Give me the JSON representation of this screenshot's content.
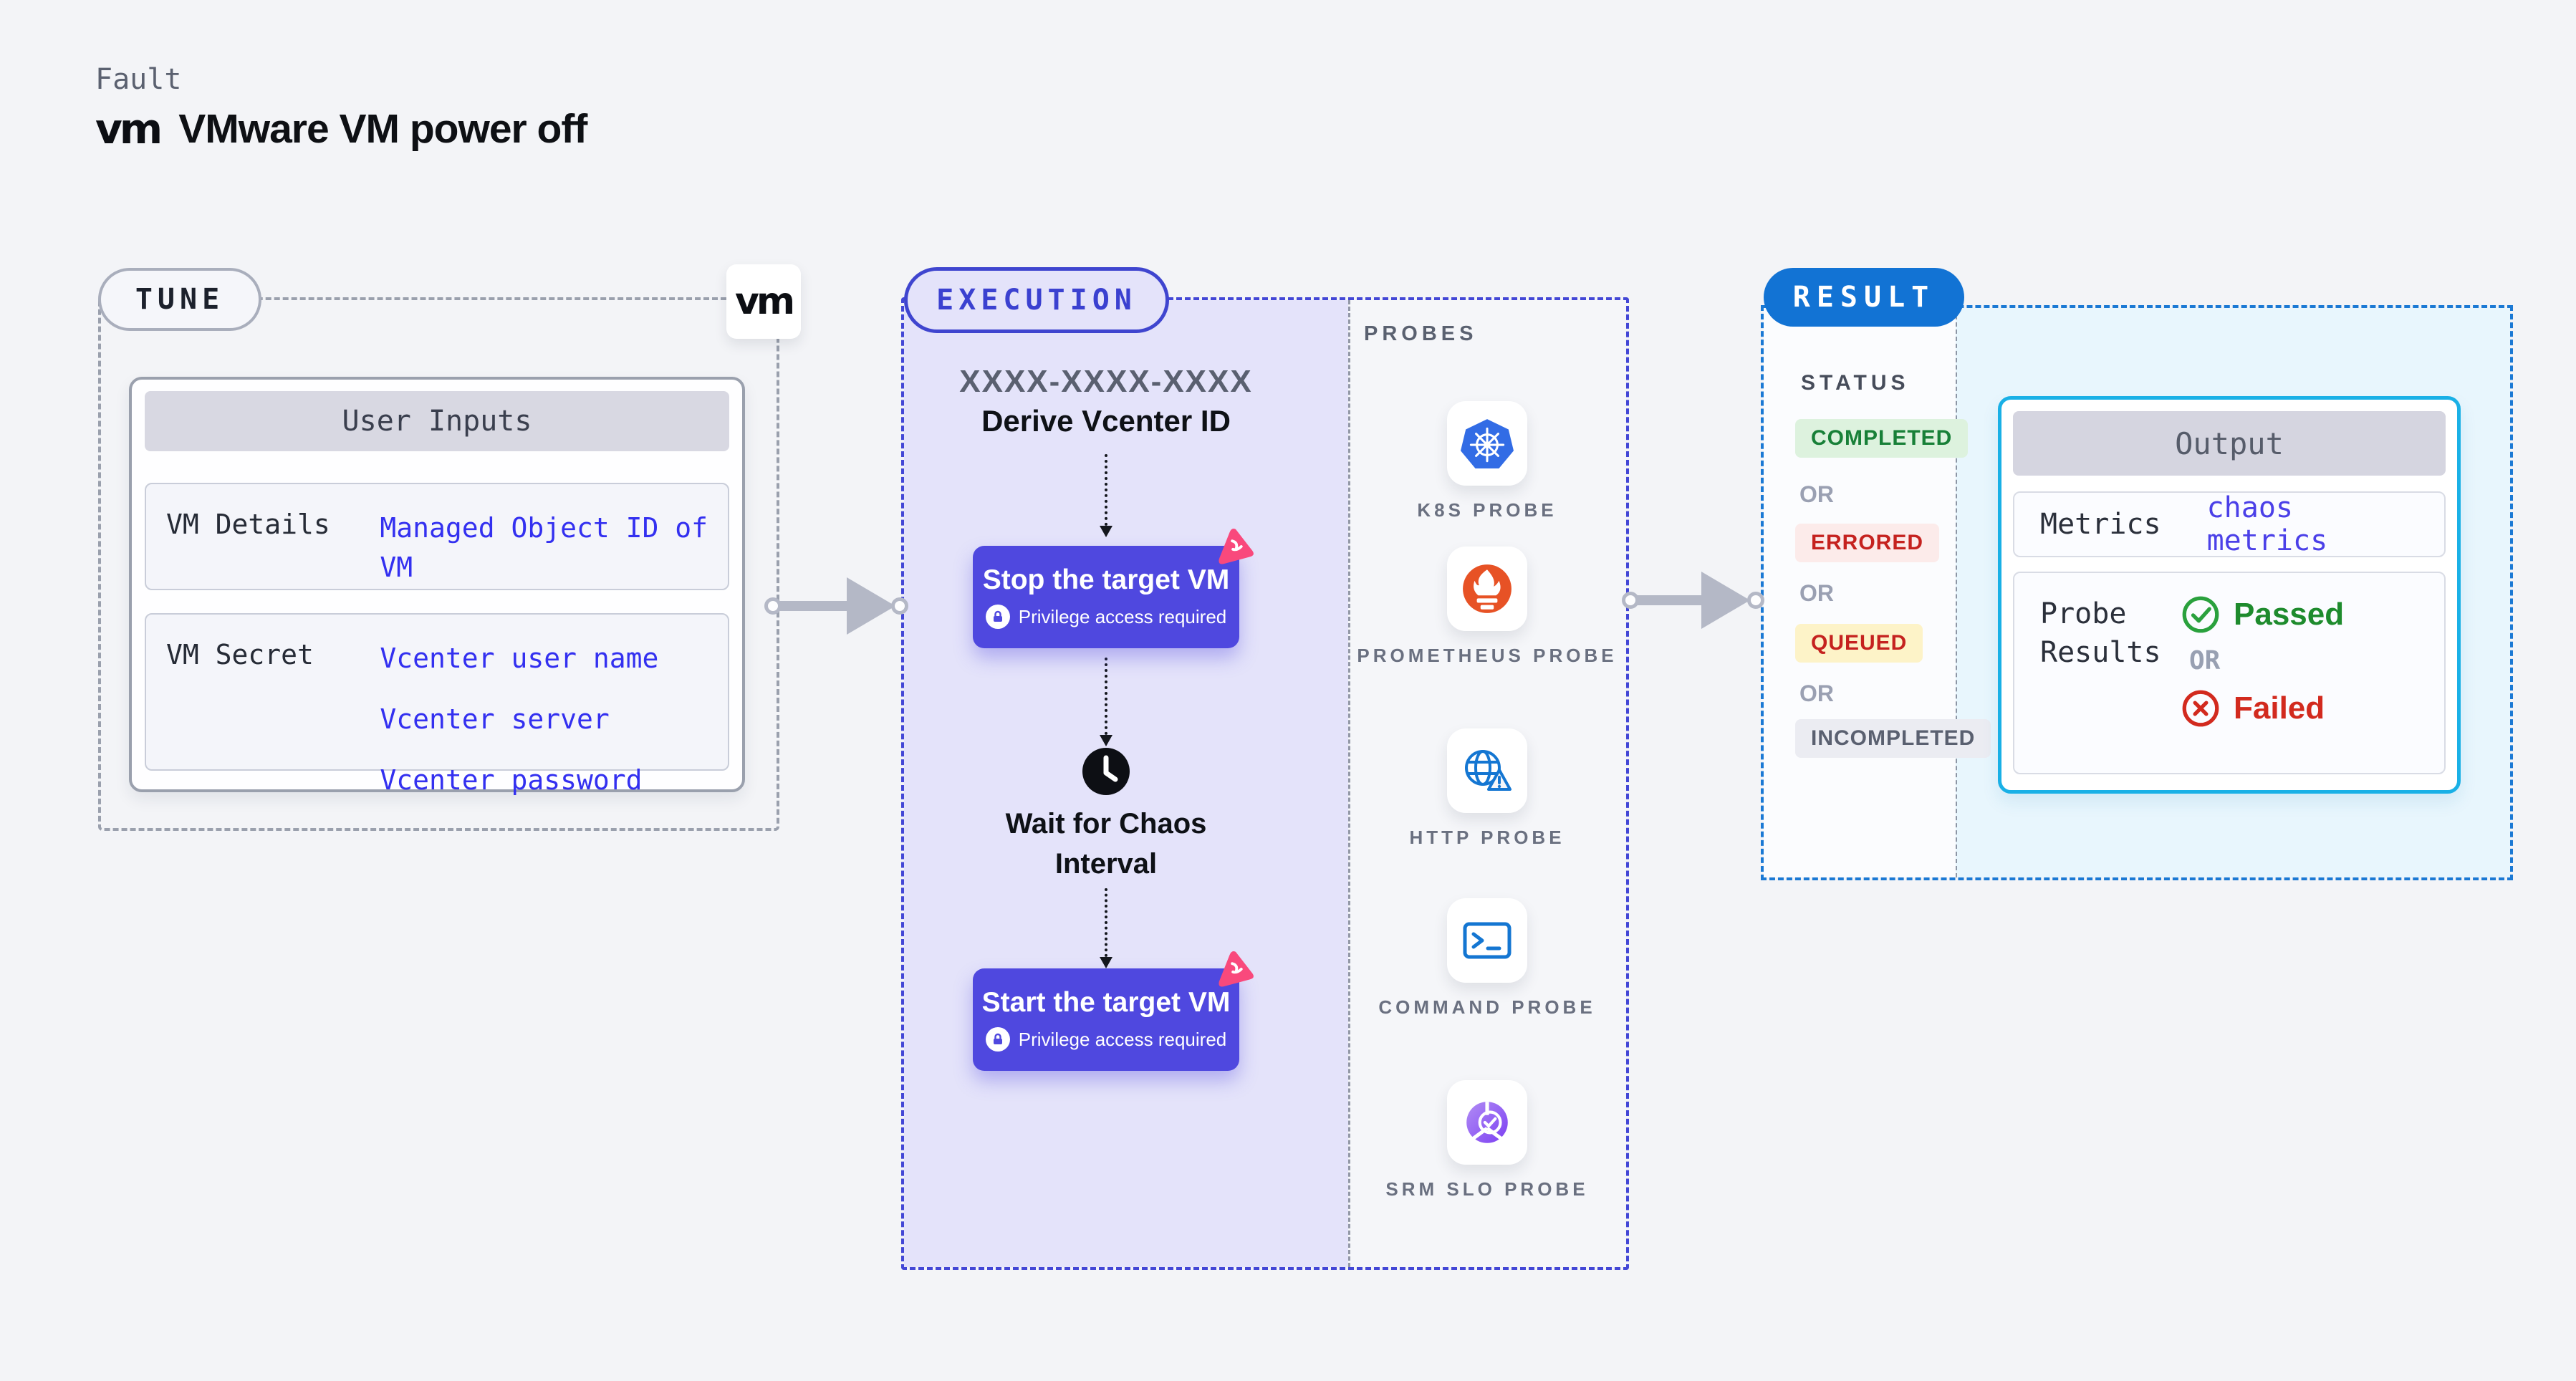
{
  "header": {
    "kicker": "Fault",
    "logo_text": "vm",
    "title": "VMware VM power off"
  },
  "tune": {
    "label": "TUNE",
    "vm_badge": "vm",
    "table": {
      "header": "User Inputs",
      "rows": [
        {
          "label": "VM Details",
          "value_lines": [
            "Managed Object ID of VM"
          ]
        },
        {
          "label": "VM Secret",
          "value_lines": [
            "Vcenter user name",
            "Vcenter server",
            "Vcenter password"
          ]
        }
      ]
    }
  },
  "execution": {
    "label": "EXECUTION",
    "derive_code": "XXXX-XXXX-XXXX",
    "derive_title": "Derive Vcenter ID",
    "stop_title": "Stop the target VM",
    "start_title": "Start the target VM",
    "privilege_note": "Privilege access required",
    "wait_title": "Wait for Chaos Interval",
    "lock_icon": "lock-icon",
    "chaos_icon": "litmus-chaos-icon",
    "button_color": "#4f48df"
  },
  "probes": {
    "label": "PROBES",
    "items": [
      {
        "name": "K8S PROBE",
        "icon": "kubernetes-icon",
        "color": "#326ce5"
      },
      {
        "name": "PROMETHEUS PROBE",
        "icon": "prometheus-icon",
        "color": "#e75225"
      },
      {
        "name": "HTTP PROBE",
        "icon": "http-globe-warning-icon",
        "color": "#1476d2"
      },
      {
        "name": "COMMAND PROBE",
        "icon": "terminal-icon",
        "color": "#1476d2"
      },
      {
        "name": "SRM SLO PROBE",
        "icon": "slo-donut-check-icon",
        "color": "#8b5cf6"
      }
    ]
  },
  "result": {
    "label": "RESULT",
    "status_heading": "STATUS",
    "or_label": "OR",
    "statuses": [
      {
        "text": "COMPLETED",
        "bg": "#ddf2de",
        "color": "#188038"
      },
      {
        "text": "ERRORED",
        "bg": "#fcebea",
        "color": "#c5221f"
      },
      {
        "text": "QUEUED",
        "bg": "#fdf3c8",
        "color": "#c5221f"
      },
      {
        "text": "INCOMPLETED",
        "bg": "#ebecf2",
        "color": "#5a6070"
      }
    ],
    "output": {
      "header": "Output",
      "metrics_label": "Metrics",
      "metrics_value": "chaos metrics",
      "probe_results_label": "Probe Results",
      "passed_label": "Passed",
      "failed_label": "Failed",
      "or_label": "OR",
      "passed_color": "#1e8b2d",
      "failed_color": "#d22a1e",
      "border_color": "#19b0e6"
    }
  }
}
